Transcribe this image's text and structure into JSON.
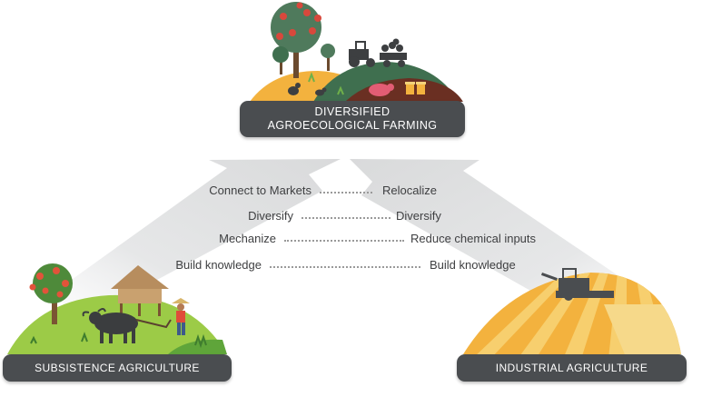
{
  "top": {
    "line1": "DIVERSIFIED",
    "line2": "AGROECOLOGICAL FARMING"
  },
  "bottom_left": {
    "label": "SUBSISTENCE AGRICULTURE"
  },
  "bottom_right": {
    "label": "INDUSTRIAL AGRICULTURE"
  },
  "left_path": [
    "Connect to Markets",
    "Diversify",
    "Mechanize",
    "Build knowledge"
  ],
  "right_path": [
    "Relocalize",
    "Diversify",
    "Reduce chemical inputs",
    "Build knowledge"
  ],
  "colors": {
    "arrow_gray": "#e1e2e3",
    "badge_bg": "#4a4d50",
    "hill_green": "#9ccb47",
    "field_orange": "#f3b23e",
    "hill_dark_green": "#3f6f4f",
    "hill_brown": "#6a2f22"
  }
}
